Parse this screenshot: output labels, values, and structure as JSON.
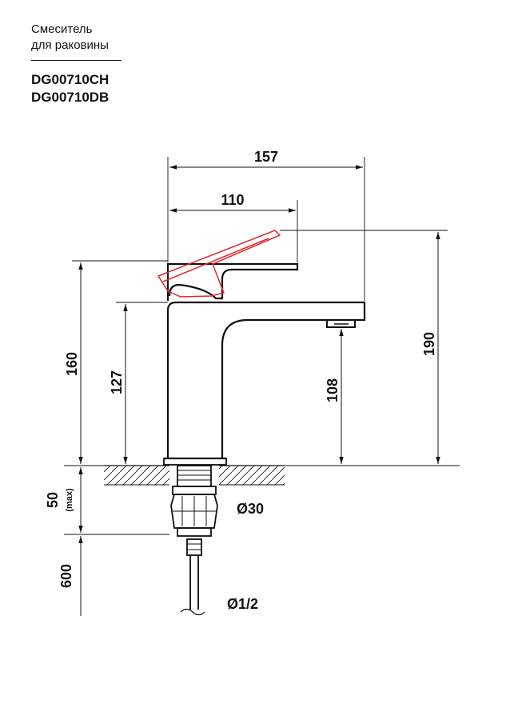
{
  "header": {
    "title_line1": "Смеситель",
    "title_line2": "для раковины",
    "model_codes": [
      "DG00710CH",
      "DG00710DB"
    ]
  },
  "dimensions": {
    "overall_reach": "157",
    "handle_reach": "110",
    "handle_height": "160",
    "spout_base_height": "127",
    "total_height": "190",
    "spout_clearance": "108",
    "countertop_thickness": "50",
    "countertop_thickness_note": "(max)",
    "hose_length": "600",
    "nut_diameter": "Ø30",
    "hose_connection": "Ø1/2"
  },
  "colors": {
    "line": "#111111",
    "handle_alt_position": "#e0282a"
  }
}
